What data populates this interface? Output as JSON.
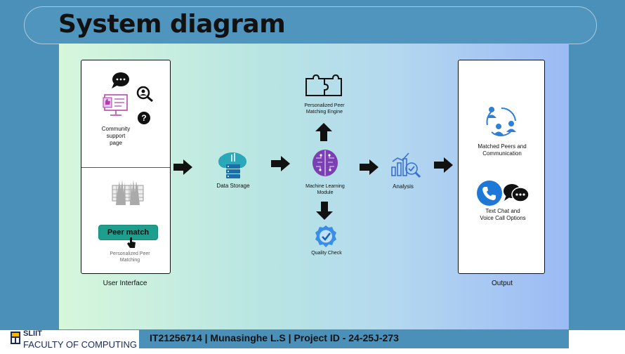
{
  "title": "System diagram",
  "user_interface": {
    "label": "User Interface",
    "community_label": "Community support page",
    "community_lines": [
      "Community",
      "support",
      "page"
    ],
    "button_label": "Peer match",
    "caption_lines": [
      "Personalized Peer",
      "Matching"
    ]
  },
  "nodes": {
    "data_storage": "Data Storage",
    "engine_lines": [
      "Personalized Peer",
      "Matching Engine"
    ],
    "ml_lines": [
      "Machine Learning",
      "Module"
    ],
    "quality_check": "Quality Check",
    "analysis": "Analysis"
  },
  "output": {
    "label": "Output",
    "matched_lines": [
      "Matched Peers and",
      "Communication"
    ],
    "chat_lines": [
      "Text Chat and",
      "Voice Call Options"
    ]
  },
  "footer": {
    "logo_top": "SLIIT",
    "logo_bottom": "FACULTY OF COMPUTING",
    "text": "IT21256714 | Munasinghe L.S | Project ID - 24-25J-273"
  },
  "colors": {
    "background": "#4a90b8",
    "button": "#1e9e8c",
    "icon_purple": "#7a3fb0",
    "icon_blue": "#2f7fd8"
  }
}
